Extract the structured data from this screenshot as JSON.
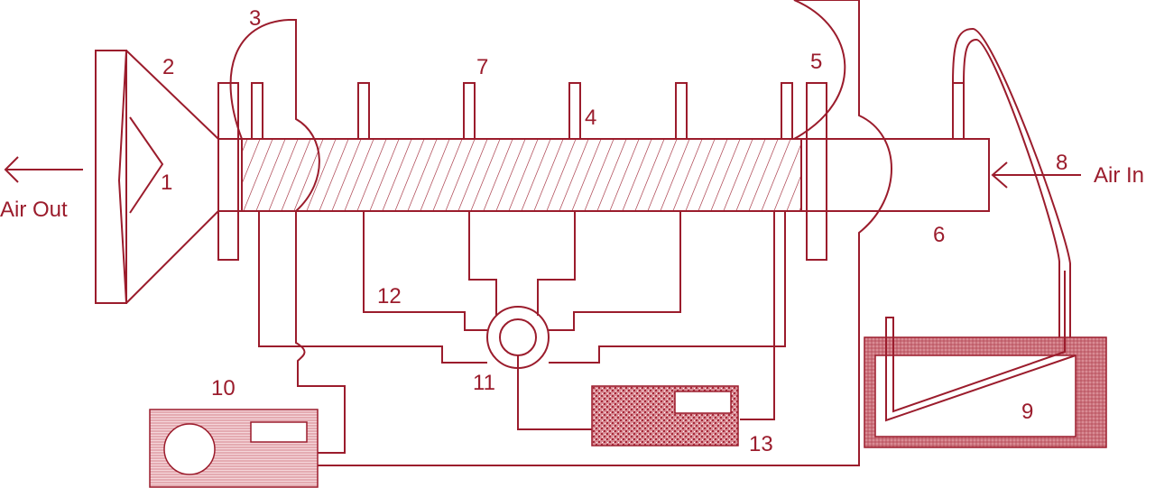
{
  "labels": {
    "n1": "1",
    "n2": "2",
    "n3": "3",
    "n4": "4",
    "n5": "5",
    "n6": "6",
    "n7": "7",
    "n8": "8",
    "n9": "9",
    "n10": "10",
    "n11": "11",
    "n12": "12",
    "n13": "13",
    "air_out": "Air Out",
    "air_in": "Air In"
  },
  "colors": {
    "stroke": "#9b1c2c",
    "fill_light": "#e6b4b9",
    "fill_pale": "#f3dcdf",
    "fill_dark": "#c25a66"
  }
}
